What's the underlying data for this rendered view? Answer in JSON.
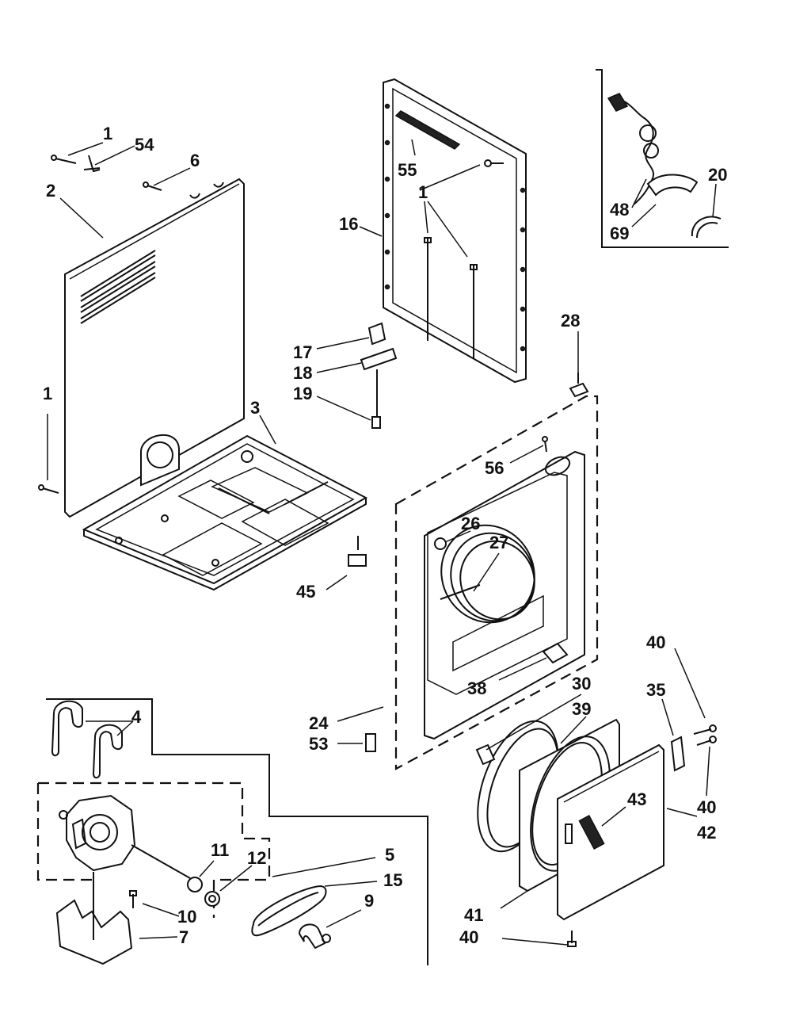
{
  "callouts": {
    "c1a": "1",
    "c54": "54",
    "c6": "6",
    "c2": "2",
    "c1b": "1",
    "c3": "3",
    "c45": "45",
    "c55": "55",
    "c1c": "1",
    "c16": "16",
    "c17": "17",
    "c18": "18",
    "c19": "19",
    "c48": "48",
    "c69": "69",
    "c20": "20",
    "c28": "28",
    "c56": "56",
    "c26": "26",
    "c27": "27",
    "c38": "38",
    "c24": "24",
    "c53": "53",
    "c30": "30",
    "c39": "39",
    "c40a": "40",
    "c35": "35",
    "c40b": "40",
    "c42": "42",
    "c43": "43",
    "c41": "41",
    "c40c": "40",
    "c4": "4",
    "c11": "11",
    "c12": "12",
    "c5": "5",
    "c15": "15",
    "c9": "9",
    "c10": "10",
    "c7": "7"
  }
}
